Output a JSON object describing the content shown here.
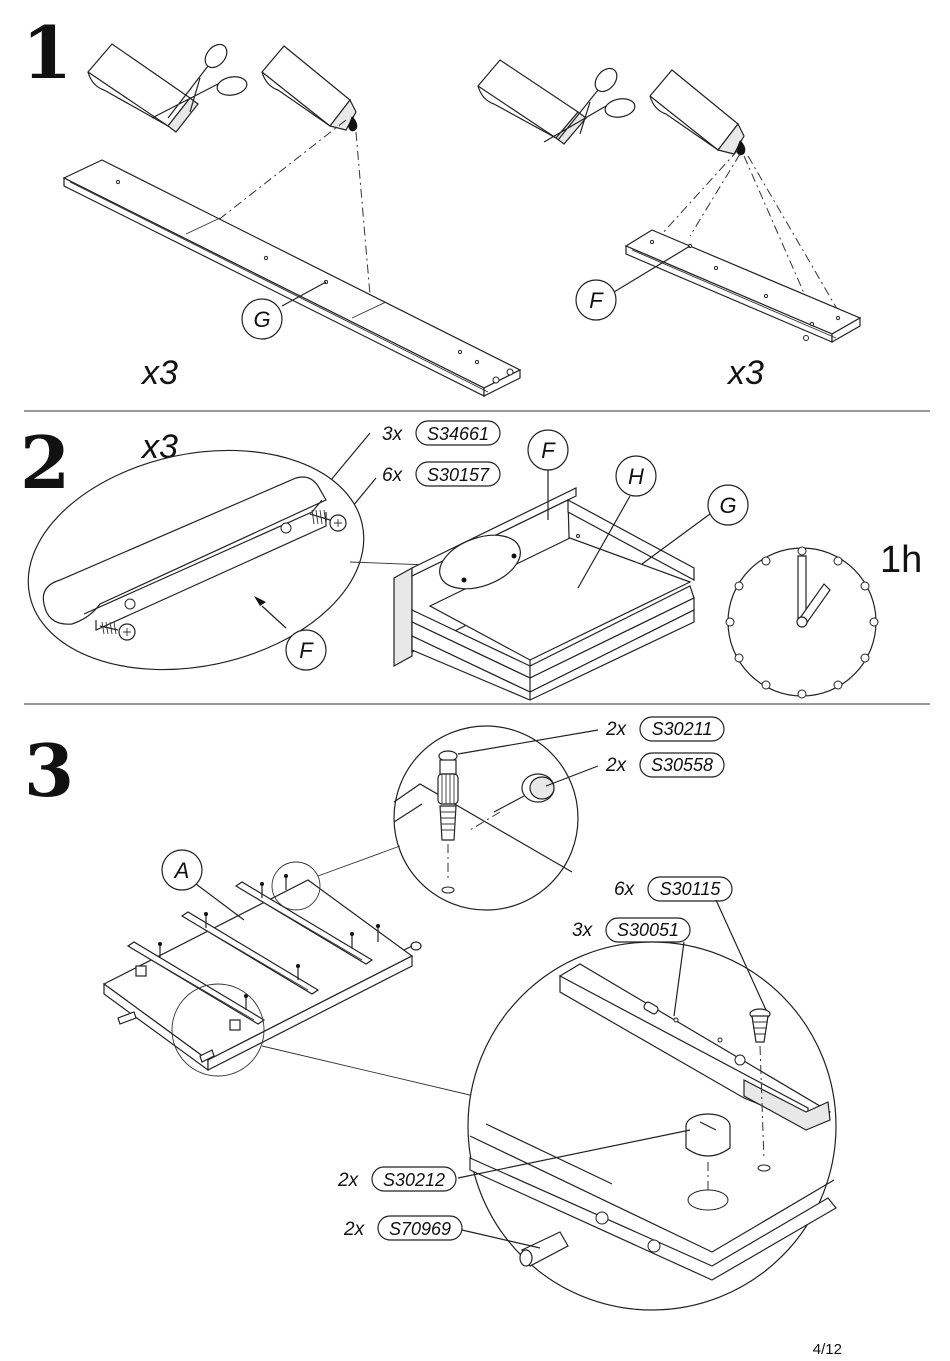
{
  "steps": [
    {
      "number": "1",
      "multipliers": [
        "x3",
        "x3"
      ],
      "parts": [
        "G",
        "F"
      ]
    },
    {
      "number": "2",
      "multiplier": "x3",
      "hardware": [
        {
          "qty": "3x",
          "code": "S34661"
        },
        {
          "qty": "6x",
          "code": "S30157"
        }
      ],
      "parts": [
        "F",
        "F",
        "H",
        "G"
      ],
      "duration": "1h"
    },
    {
      "number": "3",
      "hardware": [
        {
          "qty": "2x",
          "code": "S30211"
        },
        {
          "qty": "2x",
          "code": "S30558"
        },
        {
          "qty": "6x",
          "code": "S30115"
        },
        {
          "qty": "3x",
          "code": "S30051"
        },
        {
          "qty": "2x",
          "code": "S30212"
        },
        {
          "qty": "2x",
          "code": "S70969"
        }
      ],
      "parts": [
        "A"
      ]
    }
  ],
  "icons": {
    "glue": "glue-tube-icon",
    "scissors": "scissors-icon",
    "clock": "clock-icon"
  },
  "page": "4/12"
}
